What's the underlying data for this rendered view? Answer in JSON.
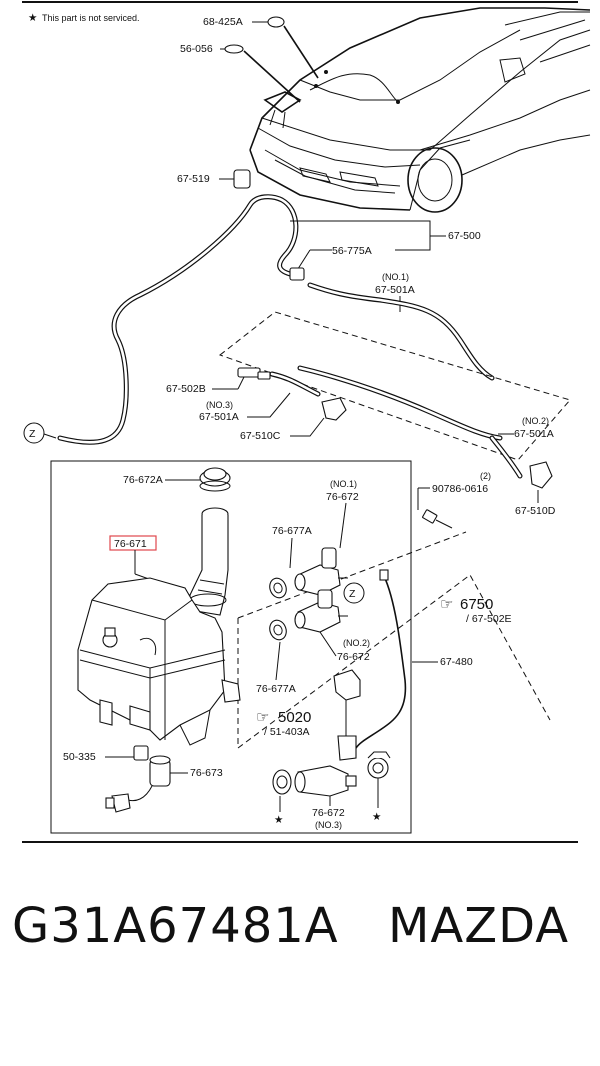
{
  "notice": {
    "star": "★",
    "text": "This part is not serviced."
  },
  "labels": {
    "l68425A": "68-425A",
    "l56056": "56-056",
    "l67519": "67-519",
    "l67500": "67-500",
    "l56775A": "56-775A",
    "no1_top": "(NO.1)",
    "l67501A_1": "67-501A",
    "l67502B": "67-502B",
    "no3_top": "(NO.3)",
    "l67501A_3": "67-501A",
    "l67510C": "67-510C",
    "no2_top": "(NO.2)",
    "l67501A_2": "67-501A",
    "circle_z": "Z",
    "l90786": "90786-0616",
    "qty2": "(2)",
    "l67510D": "67-510D",
    "l76672A": "76-672A",
    "l76671": "76-671",
    "l76677A_1": "76-677A",
    "no1_pump": "(NO.1)",
    "l76672_1": "76-672",
    "ref6750": "6750",
    "ref67502E": "/ 67-502E",
    "no2_pump": "(NO.2)",
    "l76672_2": "76-672",
    "l67480": "67-480",
    "l76677A_2": "76-677A",
    "ref5020": "5020",
    "ref51403A": "/ 51-403A",
    "l50335": "50-335",
    "l76673": "76-673",
    "l76672_3": "76-672",
    "no3_pump": "(NO.3)",
    "star_a": "★",
    "star_b": "★"
  },
  "caption": {
    "part_number": "G31A67481A",
    "brand": "MAZDA"
  },
  "colors": {
    "highlight": "#e0474c",
    "line": "#111111"
  }
}
